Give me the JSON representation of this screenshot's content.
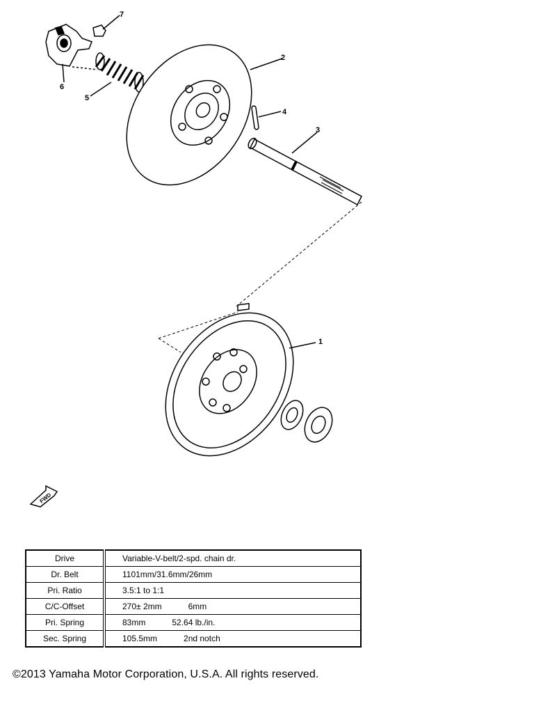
{
  "callouts": [
    "1",
    "2",
    "3",
    "4",
    "5",
    "6",
    "7"
  ],
  "fwd_label": "FWD",
  "spec_table": {
    "rows": [
      {
        "label": "Drive",
        "value": "Variable-V-belt/2-spd. chain dr.",
        "value2": ""
      },
      {
        "label": "Dr. Belt",
        "value": "1101mm/31.6mm/26mm",
        "value2": ""
      },
      {
        "label": "Pri. Ratio",
        "value": "3.5:1 to 1:1",
        "value2": ""
      },
      {
        "label": "C/C-Offset",
        "value": "270± 2mm",
        "value2": "6mm"
      },
      {
        "label": "Pri. Spring",
        "value": "83mm",
        "value2": "52.64 lb./in."
      },
      {
        "label": "Sec. Spring",
        "value": "105.5mm",
        "value2": "2nd notch"
      }
    ]
  },
  "copyright": "©2013 Yamaha Motor Corporation, U.S.A. All rights reserved."
}
